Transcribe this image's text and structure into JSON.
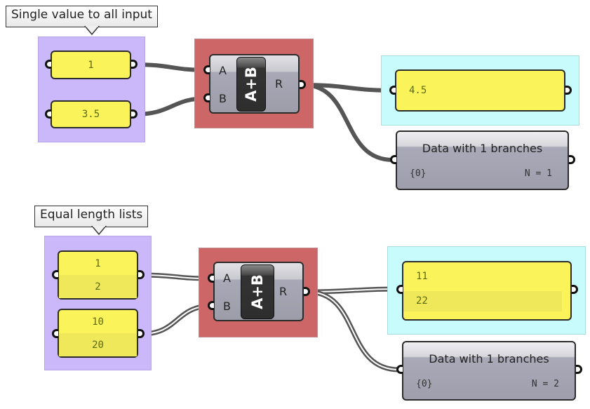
{
  "examples": [
    {
      "label": "Single value to all input",
      "inputs": [
        {
          "values": [
            "1"
          ]
        },
        {
          "values": [
            "3.5"
          ]
        }
      ],
      "component": {
        "name": "A+B",
        "input_a": "A",
        "input_b": "B",
        "output": "R"
      },
      "output_panel": {
        "values": [
          "4.5"
        ]
      },
      "data_panel": {
        "title": "Data with 1 branches",
        "path": "{0}",
        "count": "N = 1"
      },
      "wire_style": "single"
    },
    {
      "label": "Equal length lists",
      "inputs": [
        {
          "values": [
            "1",
            "2"
          ]
        },
        {
          "values": [
            "10",
            "20"
          ]
        }
      ],
      "component": {
        "name": "A+B",
        "input_a": "A",
        "input_b": "B",
        "output": "R"
      },
      "output_panel": {
        "values": [
          "11",
          "22"
        ]
      },
      "data_panel": {
        "title": "Data with 1 branches",
        "path": "{0}",
        "count": "N = 2"
      },
      "wire_style": "list"
    }
  ],
  "colors": {
    "input_group": "#cbb8fb",
    "component_group": "#cd6767",
    "output_group": "#c8fcfc",
    "panel": "#fbf35a",
    "wire": "#555555"
  }
}
